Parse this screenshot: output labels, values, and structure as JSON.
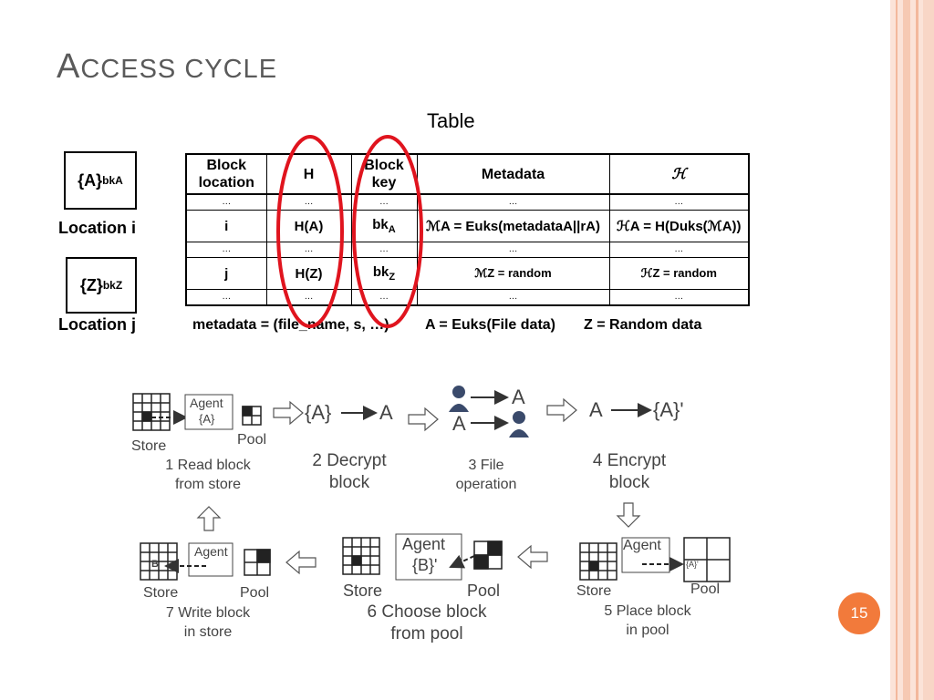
{
  "slide": {
    "title_first": "A",
    "title_rest": "CCESS CYCLE",
    "table_label": "Table",
    "page_number": "15",
    "accent_color": "#f27a3b",
    "highlight_color": "#e0141e"
  },
  "left_tags": {
    "a_main": "{A}",
    "a_sub": "bkA",
    "z_main": "{Z}",
    "z_sub": "bkZ",
    "location_i": "Location i",
    "location_j": "Location j"
  },
  "table": {
    "headers": [
      "Block location",
      "H",
      "Block key",
      "Metadata",
      "ℋ"
    ],
    "dots": "…",
    "row_i": {
      "loc": "i",
      "h": "H(A)",
      "key_base": "bk",
      "key_sub": "A",
      "meta": "ℳA = Euks(metadataA||rA)",
      "hh": "ℋA = H(Duks(ℳA))"
    },
    "row_j": {
      "loc": "j",
      "h": "H(Z)",
      "key_base": "bk",
      "key_sub": "Z",
      "meta": "ℳZ = random",
      "hh": "ℋZ = random"
    }
  },
  "footnotes": {
    "metadata": "metadata = (file_name, s, …)",
    "a_def": "A = Euks(File data)",
    "z_def": "Z = Random data"
  },
  "cycle": {
    "agent": "Agent",
    "store": "Store",
    "pool": "Pool",
    "a_enc": "{A}",
    "a": "A",
    "a_prime": "{A}'",
    "b_prime": "{B}'",
    "b": "B",
    "steps": {
      "s1": [
        "1 Read block",
        "from store"
      ],
      "s2": [
        "2 Decrypt",
        "block"
      ],
      "s3": [
        "3 File",
        "operation"
      ],
      "s4": [
        "4 Encrypt",
        "block"
      ],
      "s5": [
        "5 Place block",
        "in pool"
      ],
      "s6": [
        "6 Choose block",
        "from pool"
      ],
      "s7": [
        "7 Write block",
        "in store"
      ]
    }
  }
}
